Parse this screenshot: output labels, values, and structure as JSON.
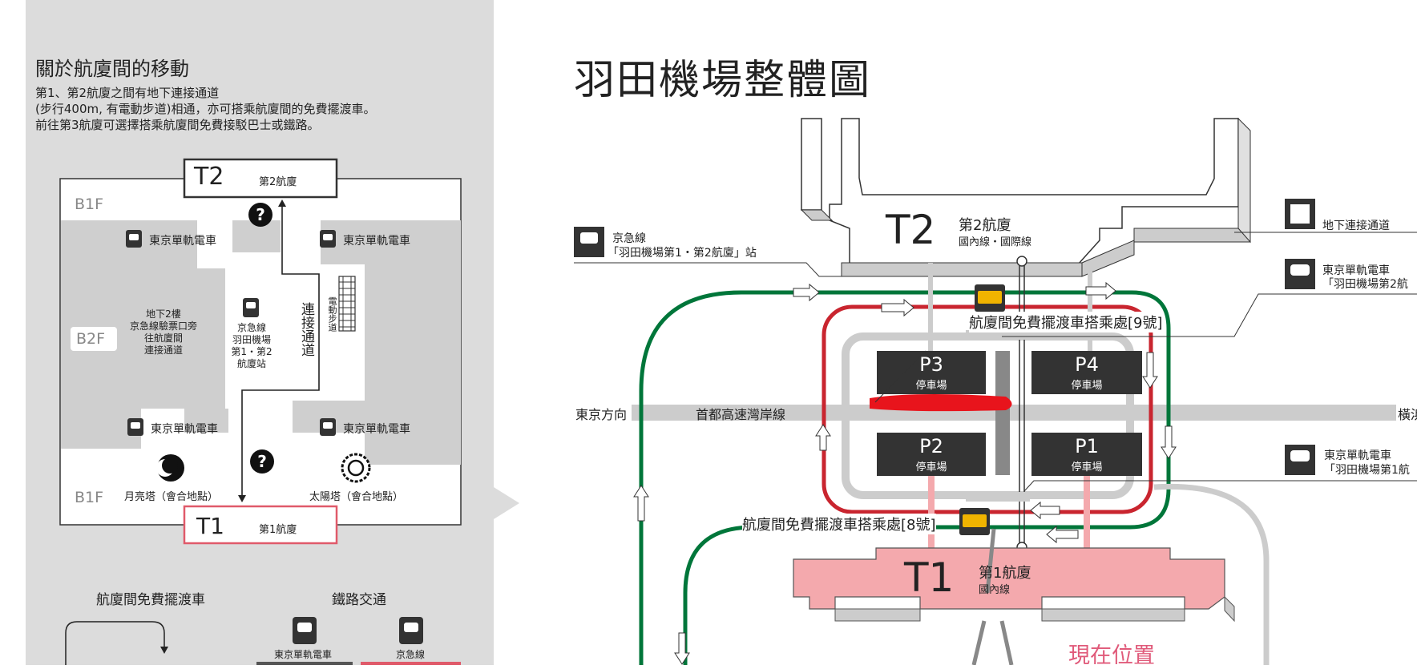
{
  "left": {
    "title": "關於航廈間的移動",
    "desc": [
      "第1、第2航廈之間有地下連接通道",
      "(步行400m, 有電動步道)相通，亦可搭乘航廈間的免費擺渡車。",
      "前往第3航廈可選擇搭乘航廈間免費接駁巴士或鐵路。"
    ],
    "mini_map": {
      "t2_code": "T2",
      "t2_name": "第2航廈",
      "t1_code": "T1",
      "t1_name": "第1航廈",
      "b1f_top": "B1F",
      "b2f": "B2F",
      "b1f_bottom": "B1F",
      "monorail_label": "東京單軌電車",
      "b2_desc": [
        "地下2樓",
        "京急線驗票口旁",
        "往航廈間",
        "連接通道"
      ],
      "keikyu_desc": [
        "京急線",
        "羽田機場",
        "第1・第2",
        "航廈站"
      ],
      "passage_label": "連接通道",
      "walkway_label": "電動步道",
      "moon_tower": "月亮塔（會合地點）",
      "sun_tower": "太陽塔（會合地點）"
    },
    "bottom": {
      "shuttle_title": "航廈間免費擺渡車",
      "rail_title": "鐵路交通",
      "monorail": "東京單軌電車",
      "keikyu": "京急線"
    }
  },
  "main": {
    "title": "羽田機場整體圖",
    "t2_code": "T2",
    "t2_name": "第2航廈",
    "t2_sub": "國內線・國際線",
    "t1_code": "T1",
    "t1_name": "第1航廈",
    "t1_sub": "國內線",
    "keikyu_line": "京急線",
    "keikyu_station": "「羽田機場第1・第2航廈」站",
    "underground_passage": "地下連接通道",
    "monorail_t2_name": "東京單軌電車",
    "monorail_t2_station": "「羽田機場第2航",
    "monorail_t1_name": "東京單軌電車",
    "monorail_t1_station": "「羽田機場第1航",
    "shuttle_stop_9": "航廈間免費擺渡車搭乘處[9號]",
    "shuttle_stop_8": "航廈間免費擺渡車搭乘處[8號]",
    "tokyo_direction": "東京方向",
    "expressway": "首都高速灣岸線",
    "yokohama_partial": "橫浜",
    "p3": "P3",
    "p4": "P4",
    "p2": "P2",
    "p1": "P1",
    "parking": "停車場",
    "current_location": "現在位置"
  },
  "colors": {
    "panel_bg": "#dcdcdc",
    "dark": "#333333",
    "green_route": "#00763a",
    "red_route": "#c9252f",
    "terminal1_fill": "#f4a9ad",
    "terminal1_border": "#e05a6a",
    "current_location_text": "#e05a7a",
    "bus_icon": "#f0b400",
    "red_mark": "#e8141c"
  },
  "icons": [
    "monorail-icon",
    "train-icon",
    "question-icon",
    "moon-icon",
    "sun-icon",
    "bus-icon",
    "person-elevator-icon"
  ]
}
